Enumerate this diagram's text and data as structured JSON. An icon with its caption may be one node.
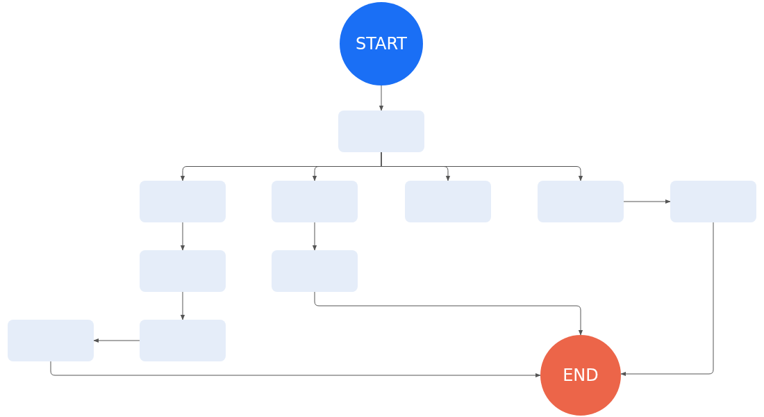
{
  "diagram": {
    "nodes": [
      {
        "text": [
          "START"
        ]
      },
      {
        "text": [],
        "shape": "box"
      },
      {
        "text": [],
        "shape": "box"
      },
      {
        "text": [],
        "shape": "box"
      },
      {
        "text": [],
        "shape": "box"
      },
      {
        "text": [],
        "shape": "box"
      },
      {
        "text": [],
        "shape": "box"
      },
      {
        "text": [],
        "shape": "box"
      },
      {
        "text": [],
        "shape": "box"
      },
      {
        "text": [],
        "shape": "box"
      },
      {
        "text": [],
        "shape": "box"
      },
      {
        "text": [
          "END"
        ]
      }
    ],
    "edges": [
      {
        "from": 0,
        "to": 1,
        "arrow": "to"
      },
      {
        "from": 1,
        "to": 2,
        "arrow": "to"
      },
      {
        "from": 1,
        "to": 3,
        "arrow": "to"
      },
      {
        "from": 1,
        "to": 4,
        "arrow": "to"
      },
      {
        "from": 1,
        "to": 5,
        "arrow": "to"
      },
      {
        "from": 5,
        "to": 6,
        "arrow": "to"
      },
      {
        "from": 2,
        "to": 7,
        "arrow": "to"
      },
      {
        "from": 7,
        "to": 9,
        "arrow": "to"
      },
      {
        "from": 9,
        "to": 10,
        "arrow": "to"
      },
      {
        "from": 3,
        "to": 8,
        "arrow": "to"
      },
      {
        "from": 8,
        "to": 11,
        "arrow": "to"
      },
      {
        "from": 10,
        "to": 11,
        "arrow": "to"
      },
      {
        "from": 6,
        "to": 11,
        "arrow": "to"
      }
    ]
  }
}
